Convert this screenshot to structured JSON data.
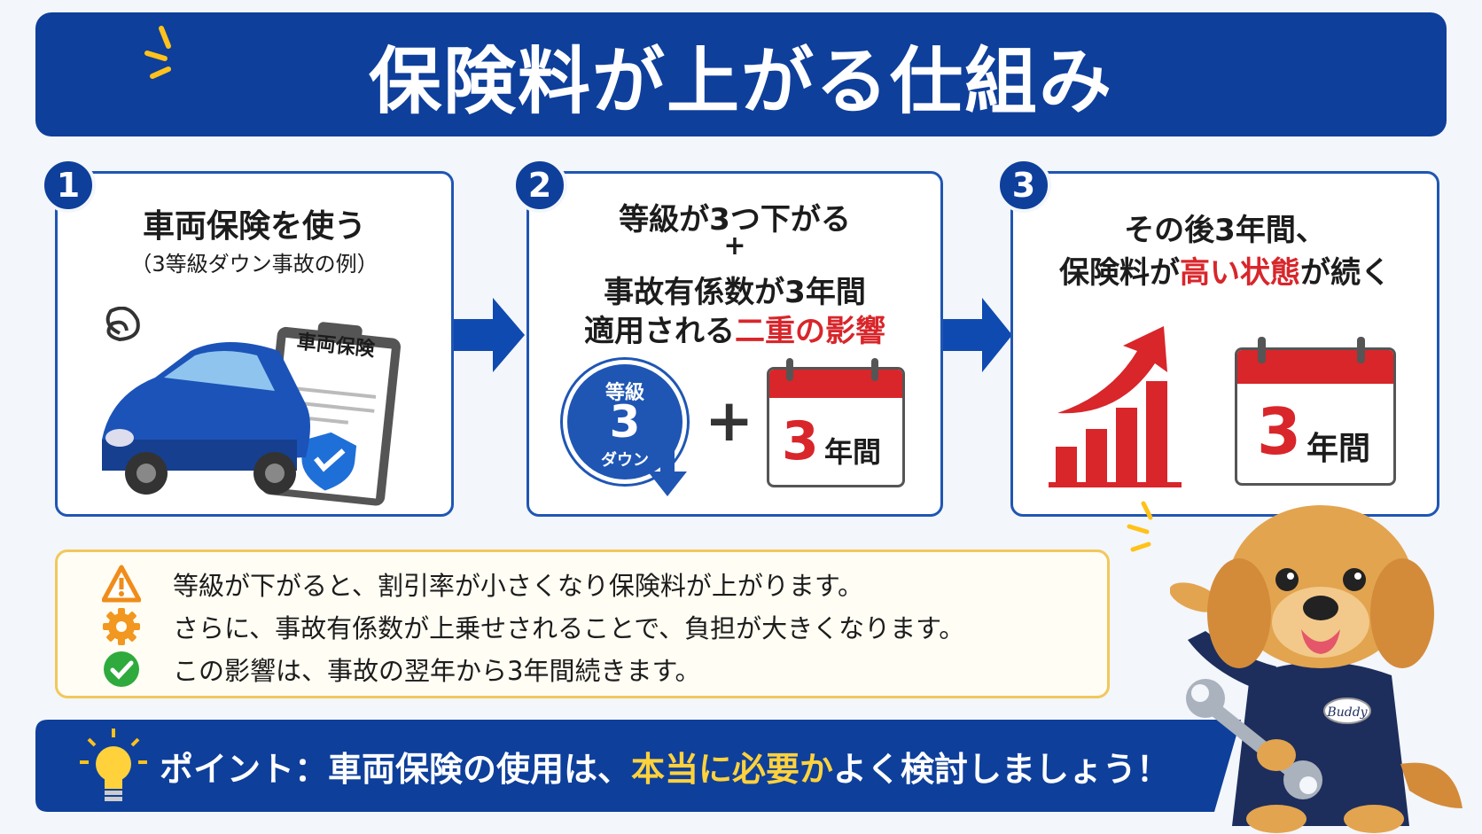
{
  "header": {
    "title": "保険料が上がる仕組み"
  },
  "colors": {
    "navy": "#0e3f9b",
    "blue": "#1f56b4",
    "red": "#d8262b",
    "gold": "#ffd23c",
    "light_bg": "#f3f6fa"
  },
  "step1": {
    "number": "1",
    "title": "車両保険を使う",
    "subtitle": "（3等級ダウン事故の例）",
    "clipboard_label": "車両保険"
  },
  "step2": {
    "number": "2",
    "line1": "等級が3つ下がる",
    "plus": "+",
    "line2": "事故有係数が3年間",
    "line3_prefix": "適用される",
    "line3_emphasis": "二重の影響",
    "badge_top": "等級",
    "badge_num": "3",
    "badge_bottom": "ダウン",
    "plus_symbol": "+",
    "calendar_num": "3",
    "calendar_unit": "年間"
  },
  "step3": {
    "number": "3",
    "line1": "その後3年間、",
    "line2_prefix": "保険料が",
    "line2_emphasis": "高い状態",
    "line2_suffix": "が続く",
    "calendar_num": "3",
    "calendar_unit": "年間"
  },
  "info": {
    "items": [
      {
        "icon": "warning-icon",
        "text": "等級が下がると、割引率が小さくなり保険料が上がります。"
      },
      {
        "icon": "gear-icon",
        "text": "さらに、事故有係数が上乗せされることで、負担が大きくなります。"
      },
      {
        "icon": "check-icon",
        "text": "この影響は、事故の翌年から3年間続きます。"
      }
    ]
  },
  "banner": {
    "prefix": "ポイント：車両保険の使用は、",
    "emphasis": "本当に必要か",
    "suffix": "よく検討しましょう！"
  },
  "mascot": {
    "badge": "Buddy"
  }
}
